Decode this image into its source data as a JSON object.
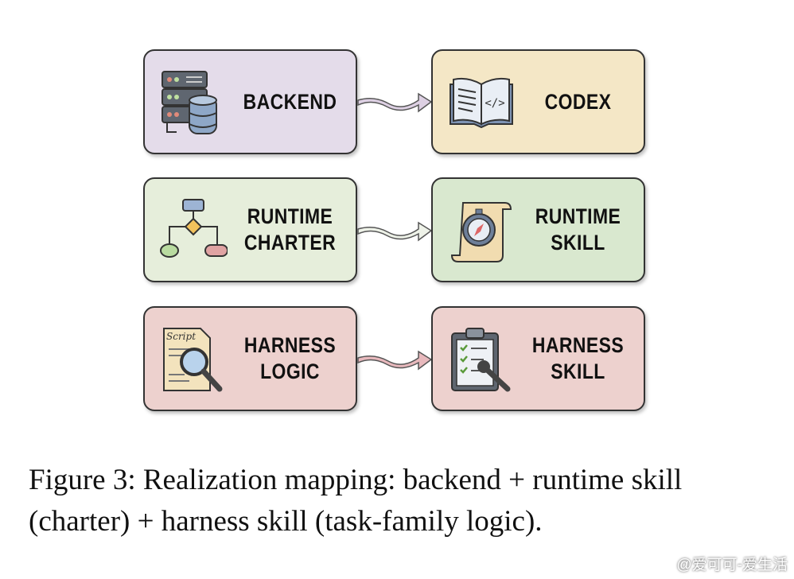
{
  "rows": [
    {
      "left": {
        "line1": "BACKEND",
        "line2": "",
        "color": "#e4dcea",
        "icon": "server-database-icon"
      },
      "right": {
        "line1": "CODEX",
        "line2": "",
        "color": "#f4e7c6",
        "icon": "code-book-icon"
      },
      "arrow_color": "#ddd0e3"
    },
    {
      "left": {
        "line1": "RUNTIME",
        "line2": "CHARTER",
        "color": "#e6eedb",
        "icon": "flowchart-icon"
      },
      "right": {
        "line1": "RUNTIME",
        "line2": "SKILL",
        "color": "#d9e8cf",
        "icon": "compass-scroll-icon"
      },
      "arrow_color": "#eef2e8"
    },
    {
      "left": {
        "line1": "HARNESS",
        "line2": "LOGIC",
        "color": "#edd1ce",
        "icon": "script-magnifier-icon"
      },
      "right": {
        "line1": "HARNESS",
        "line2": "SKILL",
        "color": "#edd1ce",
        "icon": "clipboard-wrench-icon"
      },
      "arrow_color": "#e8b9bd"
    }
  ],
  "script_icon_text": "Script",
  "caption": "Figure 3: Realization mapping: backend + runtime skill (charter) + harness skill (task-family logic).",
  "watermark": "@爱可可-爱生活"
}
